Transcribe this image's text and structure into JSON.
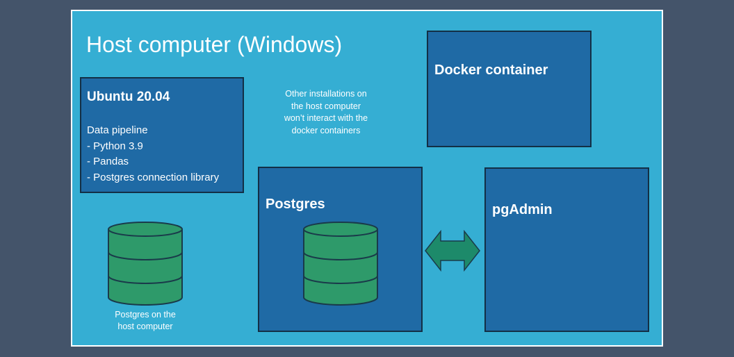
{
  "host": {
    "title": "Host computer (Windows)"
  },
  "ubuntu": {
    "title": "Ubuntu 20.04",
    "lines": [
      "Data pipeline",
      "- Python 3.9",
      "- Pandas",
      "- Postgres connection library"
    ]
  },
  "note_other": {
    "lines": [
      "Other installations on",
      "the host computer",
      "won’t interact with the",
      "docker containers"
    ]
  },
  "docker": {
    "title": "Docker container"
  },
  "postgres": {
    "title": "Postgres"
  },
  "pgadmin": {
    "title": "pgAdmin"
  },
  "host_db": {
    "label_lines": [
      "Postgres on the",
      "host computer"
    ]
  },
  "icons": {
    "database": "database-icon",
    "arrow": "double-arrow-icon"
  },
  "colors": {
    "background": "#44546a",
    "host_fill": "#35aed3",
    "box_fill": "#1f6aa5",
    "db_fill": "#2e9a6a",
    "arrow_fill": "#1d8a6a"
  }
}
